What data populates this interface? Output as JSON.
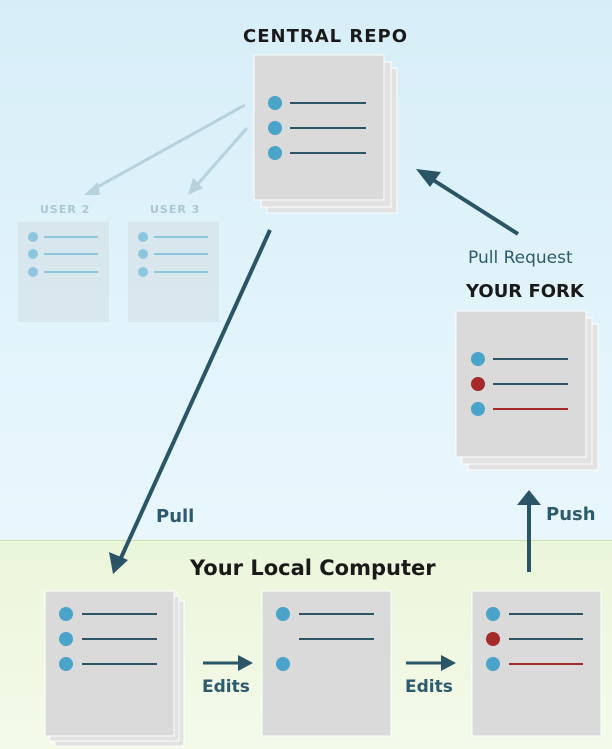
{
  "diagram": {
    "central_repo_title": "CENTRAL REPO",
    "user2_label": "USER 2",
    "user3_label": "USER 3",
    "pull_request_label": "Pull Request",
    "your_fork_title": "YOUR FORK",
    "pull_label": "Pull",
    "push_label": "Push",
    "local_computer_title": "Your Local Computer",
    "edits_label_1": "Edits",
    "edits_label_2": "Edits"
  },
  "colors": {
    "arrow": "#2a5566",
    "blue_dot": "#4aa3c8",
    "red_dot": "#a52a2a",
    "line_dark": "#2e5566"
  }
}
